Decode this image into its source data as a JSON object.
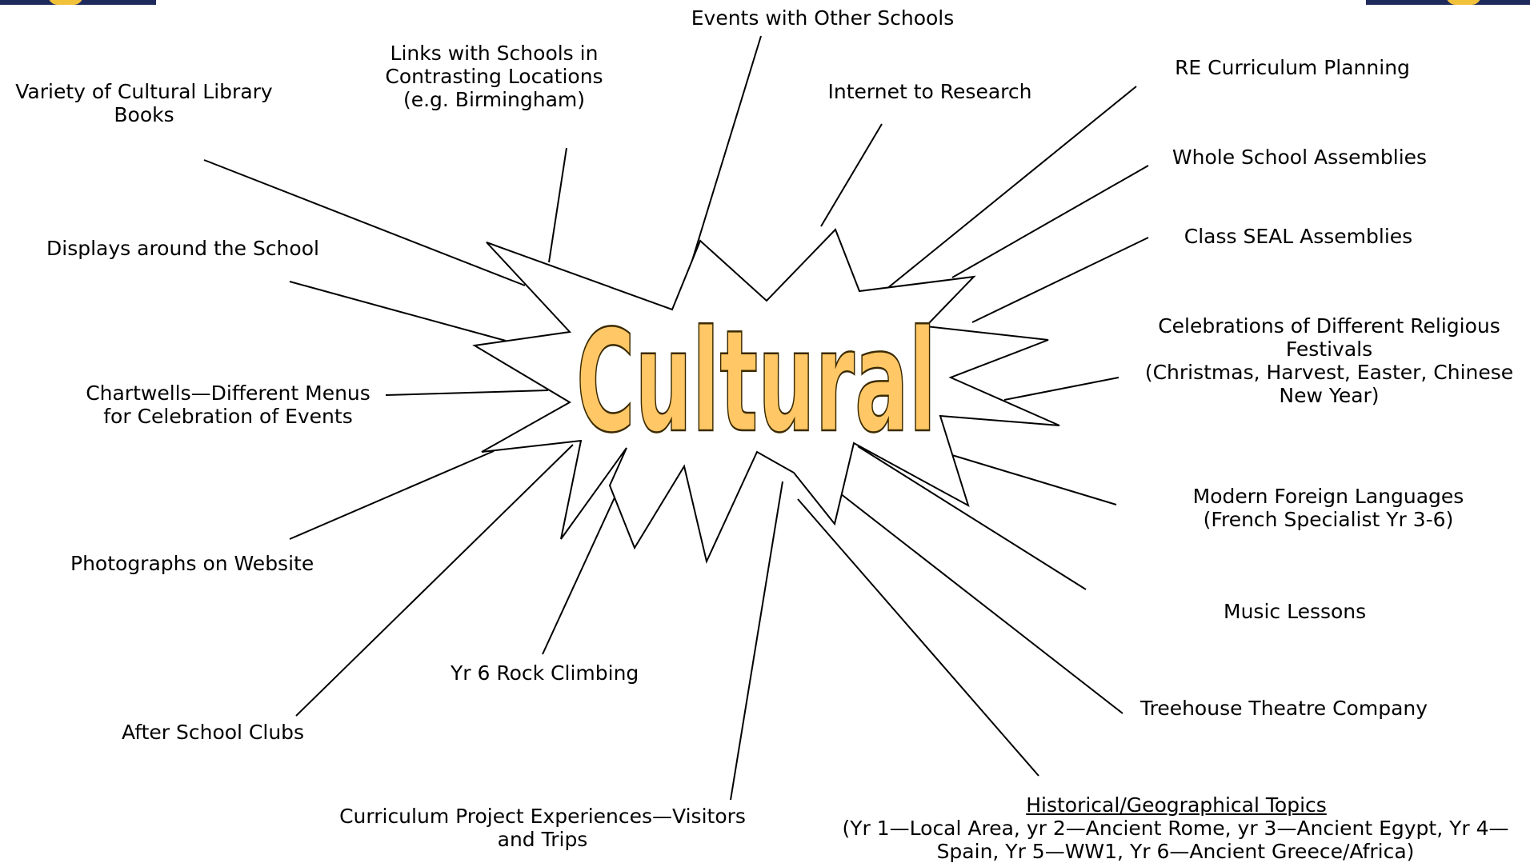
{
  "center_word": "Cultural",
  "colors": {
    "center_fill": "#FFC766",
    "center_stroke": "#3a2a00",
    "burst_fill": "#ffffff",
    "line": "#000000",
    "corner_bar": "#1f2a5c",
    "corner_accent": "#f2c13a"
  },
  "labels": {
    "events_other_schools": "Events with Other Schools",
    "links_schools": "Links with Schools in\nContrasting Locations\n(e.g. Birmingham)",
    "library_books": "Variety of Cultural Library\nBooks",
    "internet_research": "Internet to Research",
    "re_curriculum": "RE Curriculum Planning",
    "whole_school_assemblies": "Whole School Assemblies",
    "class_seal": "Class SEAL Assemblies",
    "celebrations": "Celebrations of Different Religious\nFestivals\n(Christmas, Harvest, Easter, Chinese\nNew Year)",
    "displays": "Displays around the School",
    "chartwells": "Chartwells—Different Menus\nfor Celebration of Events",
    "photographs": "Photographs on Website",
    "rock_climbing": "Yr 6 Rock Climbing",
    "after_school": "After School Clubs",
    "curriculum_project": "Curriculum Project Experiences—Visitors\nand Trips",
    "mfl": "Modern Foreign Languages\n(French Specialist Yr 3-6)",
    "music": "Music Lessons",
    "treehouse": "Treehouse Theatre Company",
    "historical_title": "Historical/Geographical Topics",
    "historical_detail": "(Yr 1—Local Area, yr 2—Ancient Rome, yr 3—Ancient Egypt, Yr 4—\nSpain, Yr 5—WW1, Yr 6—Ancient Greece/Africa)"
  }
}
